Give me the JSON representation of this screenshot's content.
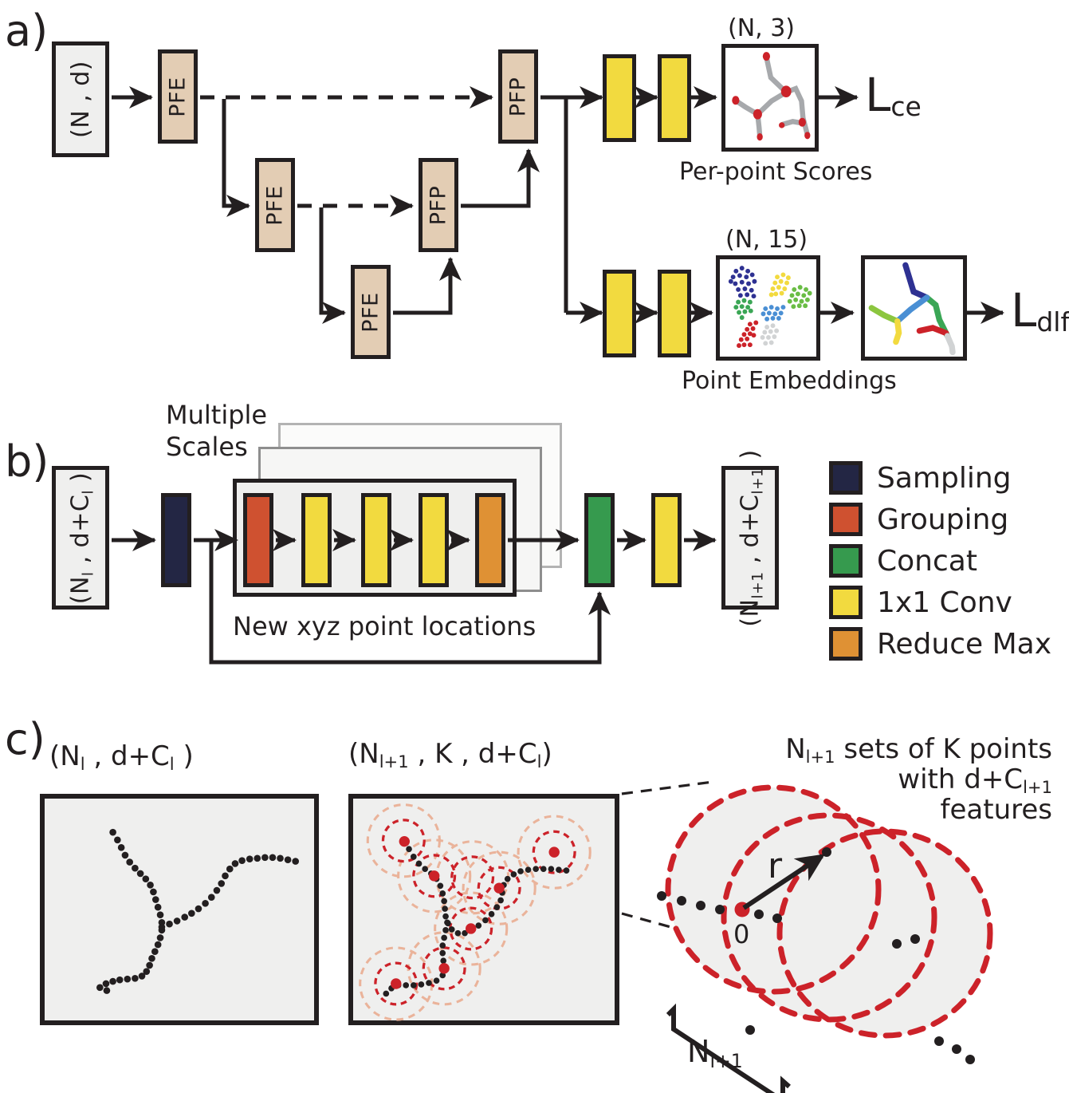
{
  "figure": {
    "panels": [
      {
        "id": "a",
        "letter": "a)"
      },
      {
        "id": "b",
        "letter": "b)"
      },
      {
        "id": "c",
        "letter": "c)"
      }
    ]
  },
  "panel_a": {
    "input_box_label": "(N , d)",
    "encoder_labels": [
      "PFE",
      "PFE",
      "PFE"
    ],
    "propagation_labels": [
      "PFP",
      "PFP"
    ],
    "branch_scores": {
      "shape_label": "(N, 3)",
      "caption": "Per-point Scores",
      "loss": "L",
      "loss_sub": "ce",
      "conv_count": 2
    },
    "branch_embeddings": {
      "shape_label": "(N, 15)",
      "caption": "Point Embeddings",
      "loss": "L",
      "loss_sub": "dlf",
      "conv_count": 2
    }
  },
  "panel_b": {
    "input_box_label": "(N",
    "input_box_label_full": "(Nₗ , d+Cₗ)",
    "input_box_parts": {
      "pre": "(N",
      "sub1": "l",
      "mid": " , d+C",
      "sub2": "l",
      "post": " )"
    },
    "output_box_parts": {
      "pre": "(N",
      "sub1": "l+1",
      "mid": " , d+C",
      "sub2": "l+1",
      "post": " )"
    },
    "multiple_scales_label_line1": "Multiple",
    "multiple_scales_label_line2": "Scales",
    "new_xyz_label": "New xyz point locations",
    "stage_blocks": [
      "grouping",
      "conv",
      "conv",
      "conv",
      "reduce-max"
    ],
    "post_blocks": [
      "concat",
      "conv"
    ]
  },
  "legend": {
    "items": [
      {
        "label": "Sampling",
        "color": "#232644"
      },
      {
        "label": "Grouping",
        "color": "#cf5130"
      },
      {
        "label": "Concat",
        "color": "#369a4e"
      },
      {
        "label": "1x1 Conv",
        "color": "#f2da3f"
      },
      {
        "label": "Reduce Max",
        "color": "#df9134"
      }
    ]
  },
  "panel_c": {
    "left_title_parts": {
      "pre": "(N",
      "sub1": "l",
      "mid": " , d+C",
      "sub2": "l",
      "post": " )"
    },
    "middle_title_parts": {
      "pre": "(N",
      "sub1": "l+1",
      "mid": " , K , d+C",
      "sub2": "l",
      "post": ")"
    },
    "annotation_line1_pre": "N",
    "annotation_line1_sub": "l+1",
    "annotation_line1_post": " sets of K points",
    "annotation_line2_pre": "with d+C",
    "annotation_line2_sub": "l+1",
    "annotation_line3": "features",
    "radius_label": "r",
    "origin_label": "0",
    "brace_label_pre": "N",
    "brace_label_sub": "l+1",
    "ellipsis": "․ ․ ․"
  },
  "colors": {
    "ink": "#231f20",
    "tan": "#e3cdb4",
    "light_grey": "#efefee",
    "navy": "#232644",
    "grouping_orange": "#cf5130",
    "concat_green": "#369a4e",
    "conv_yellow": "#f2da3f",
    "reduce_orange": "#df9134",
    "skeleton_grey": "#a7a9ac",
    "keypoint_red": "#cc2229",
    "ball_red": "#cc2229",
    "ball_pink": "#eab39a"
  },
  "embedding_clusters": [
    {
      "name": "cluster-navy",
      "color": "#2e3192"
    },
    {
      "name": "cluster-yellow",
      "color": "#f2da3f"
    },
    {
      "name": "cluster-green",
      "color": "#6abd45"
    },
    {
      "name": "cluster-darkgreen",
      "color": "#3aa655"
    },
    {
      "name": "cluster-blue",
      "color": "#4a8fd4"
    },
    {
      "name": "cluster-red",
      "color": "#cc2229"
    },
    {
      "name": "cluster-grey",
      "color": "#d1d3d4"
    }
  ],
  "skeleton_segments": [
    {
      "name": "segment-navy",
      "color": "#2e3192"
    },
    {
      "name": "segment-green",
      "color": "#3aa655"
    },
    {
      "name": "segment-lightblue",
      "color": "#4a8fd4"
    },
    {
      "name": "segment-lightgreen",
      "color": "#8cc63f"
    },
    {
      "name": "segment-yellow",
      "color": "#f2da3f"
    },
    {
      "name": "segment-red",
      "color": "#cc2229"
    },
    {
      "name": "segment-grey",
      "color": "#d1d3d4"
    }
  ]
}
